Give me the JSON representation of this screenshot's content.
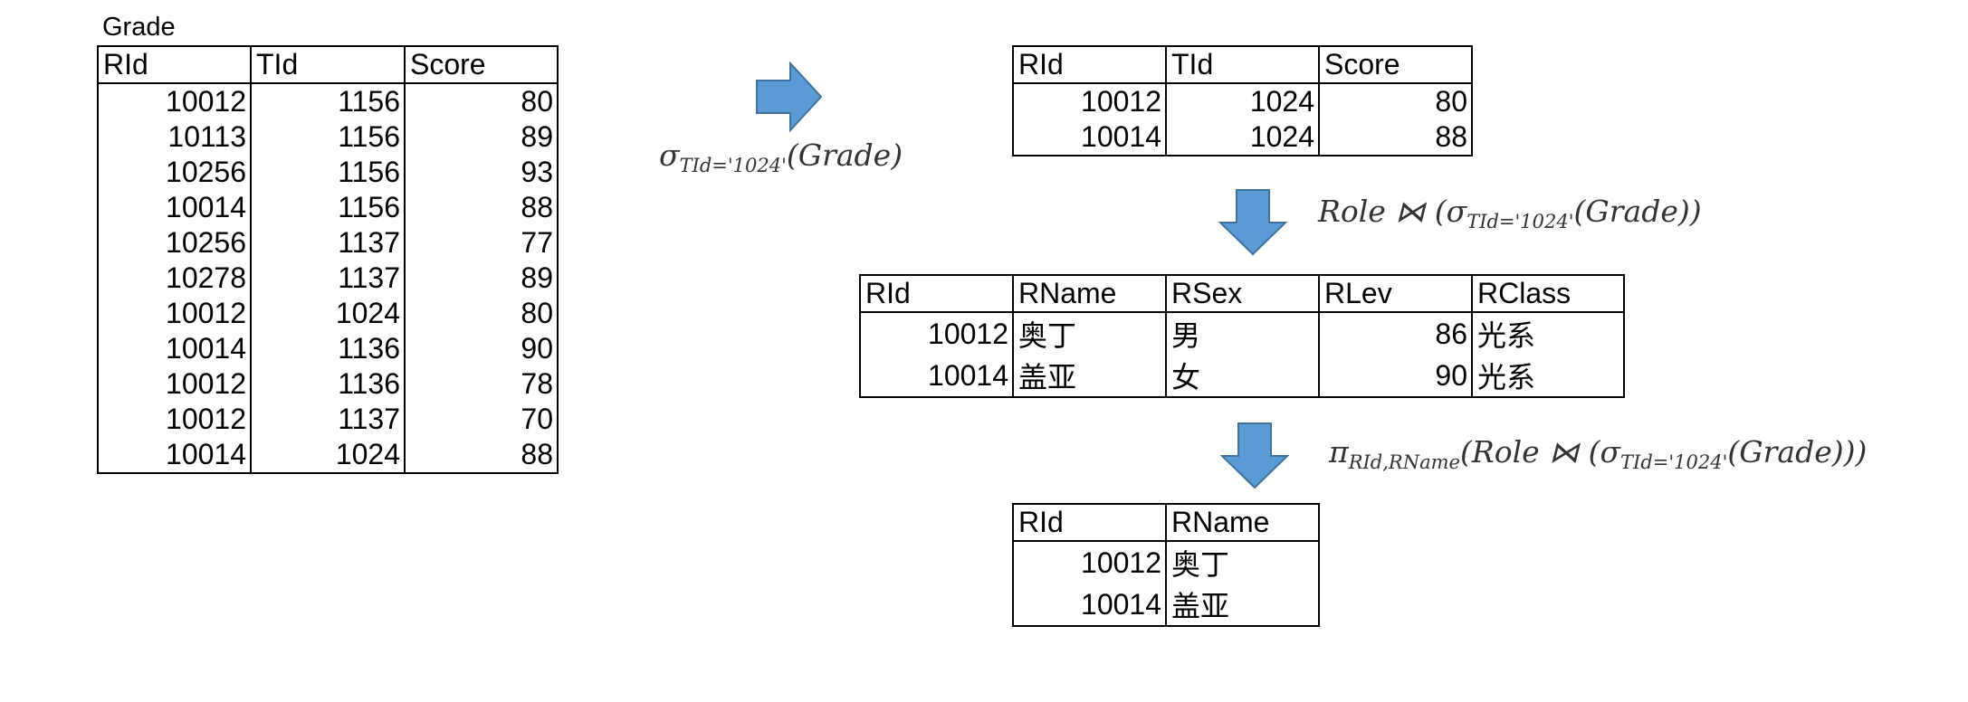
{
  "grade_table": {
    "caption": "Grade",
    "columns": [
      "RId",
      "TId",
      "Score"
    ],
    "rows": [
      [
        "10012",
        "1156",
        "80"
      ],
      [
        "10113",
        "1156",
        "89"
      ],
      [
        "10256",
        "1156",
        "93"
      ],
      [
        "10014",
        "1156",
        "88"
      ],
      [
        "10256",
        "1137",
        "77"
      ],
      [
        "10278",
        "1137",
        "89"
      ],
      [
        "10012",
        "1024",
        "80"
      ],
      [
        "10014",
        "1136",
        "90"
      ],
      [
        "10012",
        "1136",
        "78"
      ],
      [
        "10012",
        "1137",
        "70"
      ],
      [
        "10014",
        "1024",
        "88"
      ]
    ]
  },
  "selection": {
    "expr_main": "σ",
    "expr_sub": "TId='1024'",
    "expr_arg": "(Grade)",
    "columns": [
      "RId",
      "TId",
      "Score"
    ],
    "rows": [
      [
        "10012",
        "1024",
        "80"
      ],
      [
        "10014",
        "1024",
        "88"
      ]
    ]
  },
  "join": {
    "expr_prefix": "Role ⋈ (σ",
    "expr_sub": "TId='1024'",
    "expr_suffix": "(Grade))",
    "columns": [
      "RId",
      "RName",
      "RSex",
      "RLev",
      "RClass"
    ],
    "rows": [
      [
        "10012",
        "奥丁",
        "男",
        "86",
        "光系"
      ],
      [
        "10014",
        "盖亚",
        "女",
        "90",
        "光系"
      ]
    ]
  },
  "projection": {
    "expr_main": "π",
    "expr_sub1": "RId,RName",
    "expr_mid": "(Role ⋈ (σ",
    "expr_sub2": "TId='1024'",
    "expr_suffix": "(Grade)))",
    "columns": [
      "RId",
      "RName"
    ],
    "rows": [
      [
        "10012",
        "奥丁"
      ],
      [
        "10014",
        "盖亚"
      ]
    ]
  },
  "colors": {
    "arrow_fill": "#5b9bd5",
    "arrow_stroke": "#41719c"
  }
}
